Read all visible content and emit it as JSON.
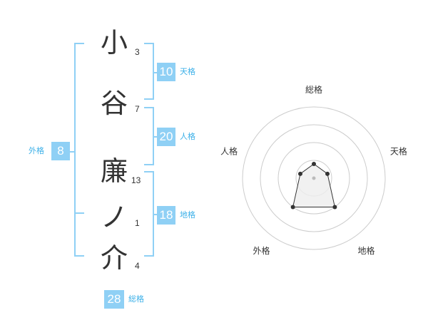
{
  "name_chars": [
    {
      "char": "小",
      "strokes": "3"
    },
    {
      "char": "谷",
      "strokes": "7"
    },
    {
      "char": "廉",
      "strokes": "13"
    },
    {
      "char": "ノ",
      "strokes": "1"
    },
    {
      "char": "介",
      "strokes": "4"
    }
  ],
  "fortune": {
    "tenkaku": {
      "value": "10",
      "label": "天格"
    },
    "jinkaku": {
      "value": "20",
      "label": "人格"
    },
    "chikaku": {
      "value": "18",
      "label": "地格"
    },
    "gaikaku": {
      "value": "8",
      "label": "外格"
    },
    "soukaku": {
      "value": "28",
      "label": "総格"
    }
  },
  "radar": {
    "axes": [
      "総格",
      "天格",
      "地格",
      "外格",
      "人格"
    ],
    "values": [
      0.2,
      0.2,
      0.5,
      0.5,
      0.2
    ],
    "colors": {
      "line": "#333333",
      "fill": "#eeeeee",
      "ring": "#cccccc",
      "center": "#bbbbbb"
    }
  },
  "colors": {
    "accent": "#8fd0f5",
    "label": "#3cb0e8"
  }
}
